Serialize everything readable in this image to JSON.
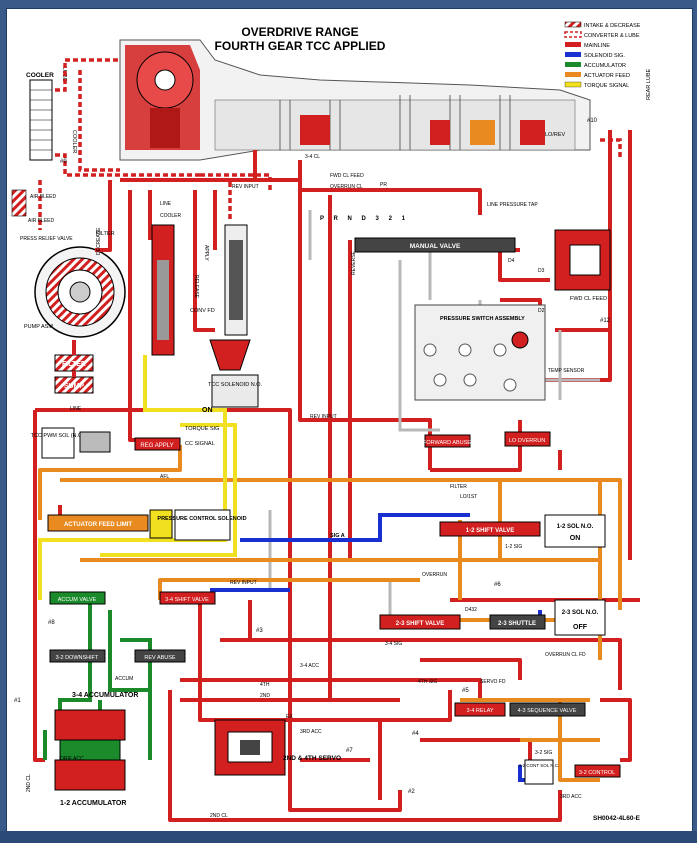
{
  "title": {
    "line1": "OVERDRIVE RANGE",
    "line2": "FOURTH GEAR TCC APPLIED"
  },
  "legend": [
    {
      "label": "INTAKE & DECREASE",
      "color": "#d22020",
      "pattern": "hatch"
    },
    {
      "label": "CONVERTER & LUBE",
      "color": "#d22020",
      "pattern": "dash"
    },
    {
      "label": "MAINLINE",
      "color": "#d22020",
      "pattern": "solid"
    },
    {
      "label": "SOLENOID SIG.",
      "color": "#1a2fd0",
      "pattern": "solid"
    },
    {
      "label": "ACCUMULATOR",
      "color": "#1a8a2a",
      "pattern": "solid"
    },
    {
      "label": "ACTUATOR FEED",
      "color": "#e88a20",
      "pattern": "solid"
    },
    {
      "label": "TORQUE SIGNAL",
      "color": "#f0e020",
      "pattern": "solid"
    }
  ],
  "gear_selector": "P R N D 3 2 1",
  "components": {
    "cooler": "COOLER",
    "lube": "LUBE",
    "cooler_v": "COOLER",
    "air_bleed": "AIR BLEED",
    "air_bleed2": "AIR BLEED",
    "press_relief": "PRESS RELIEF VALVE",
    "pump_asm": "PUMP ASM",
    "filter": "FILTER",
    "sump": "SUMP",
    "filter_small": "FILTER",
    "decrease": "DECREASE",
    "tcc_pwm": "TCC PWM SOL (N.C.)",
    "tcc_solenoid": "TCC SOLENOID N.O.",
    "tcc_on": "ON",
    "reg_apply": "REG APPLY",
    "release": "RELEASE",
    "apply": "APPLY",
    "conv_fd": "CONV FD",
    "actuator_feed_limit": "ACTUATOR FEED LIMIT",
    "pressure_control": "PRESSURE CONTROL SOLENOID",
    "manual_valve": "MANUAL VALVE",
    "pressure_switch": "PRESSURE SWITCH ASSEMBLY",
    "temp_sensor": "TEMP SENSOR",
    "forward_abuse": "FORWARD ABUSE",
    "lo_overrun": "LO OVERRUN",
    "shift12": "1-2 SHIFT VALVE",
    "sol12": "1-2 SOL N.O.",
    "sol12_state": "ON",
    "shift23": "2-3 SHIFT VALVE",
    "shuttle23": "2-3 SHUTTLE",
    "sol23": "2-3 SOL N.O.",
    "sol23_state": "OFF",
    "shift34": "3-4 SHIFT VALVE",
    "accum_valve": "ACCUM VALVE",
    "downshift32": "3-2 DOWNSHIFT",
    "rev_abuse": "REV ABUSE",
    "accum34": "3-4 ACCUMULATOR",
    "accum12": "1-2 ACCUMULATOR",
    "relay34": "3-4 RELAY",
    "sequence43": "4-3 SEQUENCE VALVE",
    "servo": "2ND & 4TH SERVO",
    "cont_sol": "3-2 CONT SOL N.C.",
    "control32": "3-2 CONTROL",
    "rear_lube": "REAR LUBE",
    "fwd_cl_feed": "FWD CL FEED",
    "line_tap": "LINE PRESSURE TAP",
    "code": "SH0042-4L60-E"
  },
  "labels": [
    "LO/REV",
    "#10",
    "#9",
    "3-4 CL",
    "OVERRUN CL",
    "FWD CL FEED",
    "REV INPUT",
    "PR",
    "LINE",
    "COOLER",
    "REV INPUT",
    "SIG A",
    "REV INPUT",
    "ACCUM",
    "2ND CL",
    "ORIF ACC",
    "3RD ACC",
    "EX",
    "3-4 ACC",
    "2ND",
    "4TH",
    "4TH SIG",
    "SERVO FD",
    "OVERRUN CL FD",
    "D4",
    "D3",
    "D2",
    "AFL",
    "LO/1ST",
    "#8",
    "#3",
    "#4",
    "#5",
    "#7",
    "#1",
    "#2",
    "#12",
    "#6",
    "2ND CL",
    "1-2 SIG",
    "3-2 SIG",
    "D432",
    "3-4 SIG",
    "TORQUE SIG",
    "CC SIGNAL",
    "FILTER",
    "REVERSE",
    "OVERRUN",
    "LINE",
    "3RD ACC"
  ]
}
